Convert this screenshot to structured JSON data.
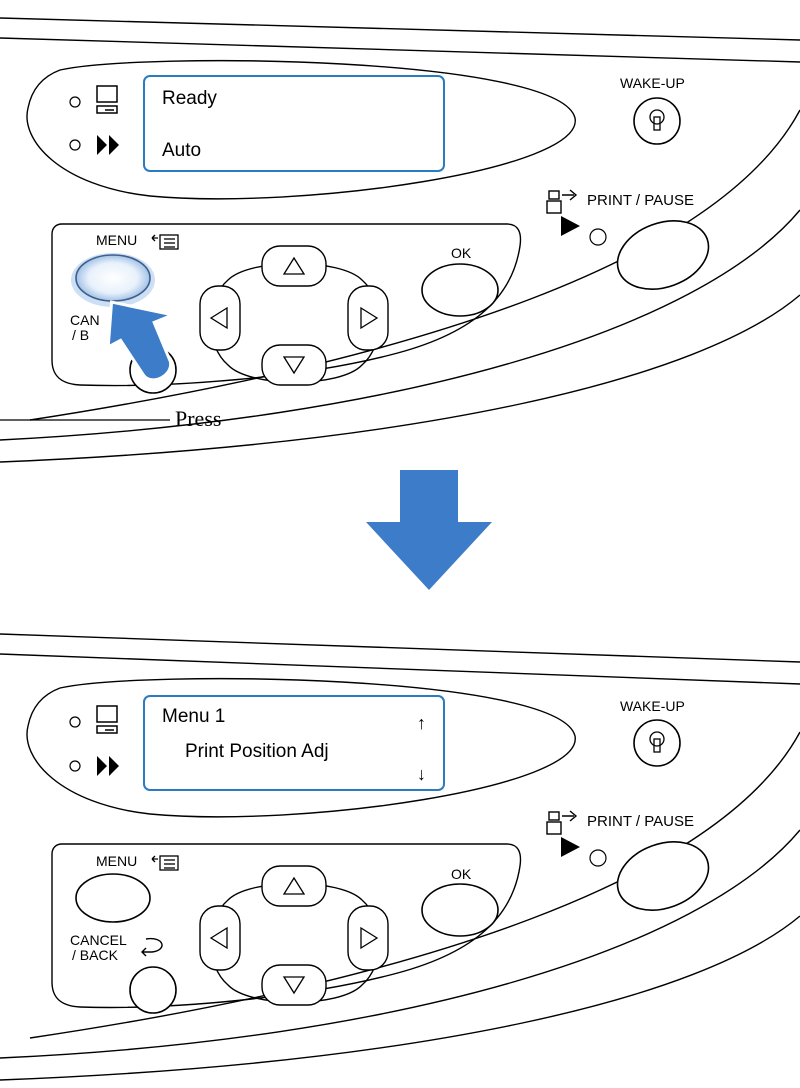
{
  "panel_before": {
    "lcd": {
      "line1": "Ready",
      "line2": "Auto"
    },
    "wake_up_label": "WAKE-UP",
    "print_pause_label": "PRINT / PAUSE",
    "menu_label": "MENU",
    "ok_label": "OK",
    "cancel_label_line1": "CAN",
    "cancel_label_line2": "/ B",
    "state": "menu-button-highlighted"
  },
  "press_callout": "Press",
  "transition_arrow": {
    "direction": "down",
    "color": "#3d7cc9"
  },
  "panel_after": {
    "lcd": {
      "line1": "Menu 1",
      "line2": "Print Position Adj",
      "scroll_up": "↑",
      "scroll_down": "↓"
    },
    "wake_up_label": "WAKE-UP",
    "print_pause_label": "PRINT / PAUSE",
    "menu_label": "MENU",
    "ok_label": "OK",
    "cancel_label_line1": "CANCEL",
    "cancel_label_line2": "/ BACK"
  },
  "colors": {
    "lcd_border": "#2a7bbf",
    "accent_blue": "#3d7cc9",
    "highlight_glow": "#9fc2ea"
  }
}
